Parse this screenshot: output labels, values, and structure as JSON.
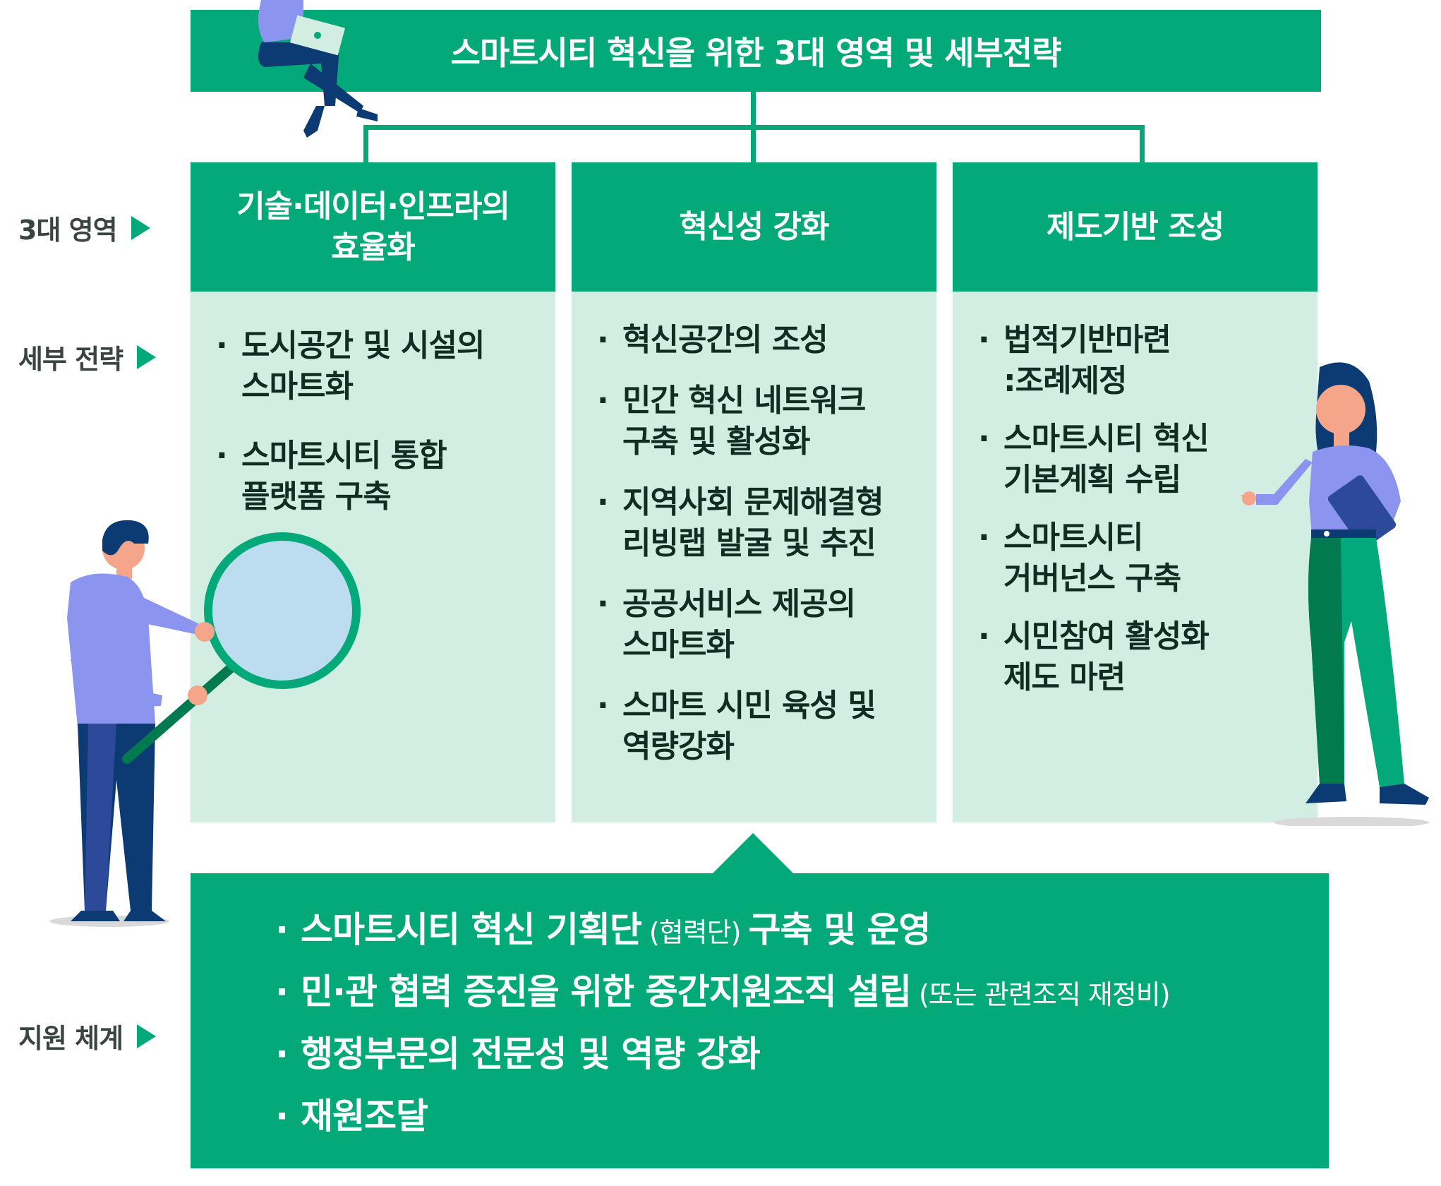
{
  "title": "스마트시티 혁신을 위한 3대 영역 및 세부전략",
  "row_labels": {
    "areas": "3대 영역",
    "strategies": "세부 전략",
    "support": "지원 체계"
  },
  "bullet": "·",
  "areas": [
    {
      "heading": [
        "기술·데이터·인프라의",
        "효율화"
      ],
      "items": [
        [
          "도시공간 및 시설의",
          "스마트화"
        ],
        [
          "스마트시티 통합",
          "플랫폼 구축"
        ]
      ]
    },
    {
      "heading": [
        "혁신성 강화"
      ],
      "items": [
        [
          "혁신공간의 조성"
        ],
        [
          "민간 혁신 네트워크",
          "구축 및 활성화"
        ],
        [
          "지역사회 문제해결형",
          "리빙랩 발굴 및 추진"
        ],
        [
          "공공서비스 제공의",
          "스마트화"
        ],
        [
          "스마트 시민 육성 및",
          "역량강화"
        ]
      ]
    },
    {
      "heading": [
        "제도기반 조성"
      ],
      "items": [
        [
          "법적기반마련",
          ":조례제정"
        ],
        [
          "스마트시티 혁신",
          "기본계획 수립"
        ],
        [
          "스마트시티",
          "거버넌스 구축"
        ],
        [
          "시민참여 활성화",
          "제도 마련"
        ]
      ]
    }
  ],
  "support": [
    {
      "main": "스마트시티 혁신 기획단",
      "note": " (협력단) ",
      "tail": "구축 및 운영"
    },
    {
      "main": "민·관 협력 증진을 위한 중간지원조직 설립",
      "note": " (또는 관련조직 재정비)",
      "tail": ""
    },
    {
      "main": "행정부문의 전문성 및 역량 강화",
      "note": "",
      "tail": ""
    },
    {
      "main": "재원조달",
      "note": "",
      "tail": ""
    }
  ],
  "colors": {
    "brand_green": "#03a978",
    "pale_green": "#d2eee2",
    "navy": "#0c3a73",
    "periwinkle": "#8b95f0",
    "skin": "#f4a58a"
  }
}
